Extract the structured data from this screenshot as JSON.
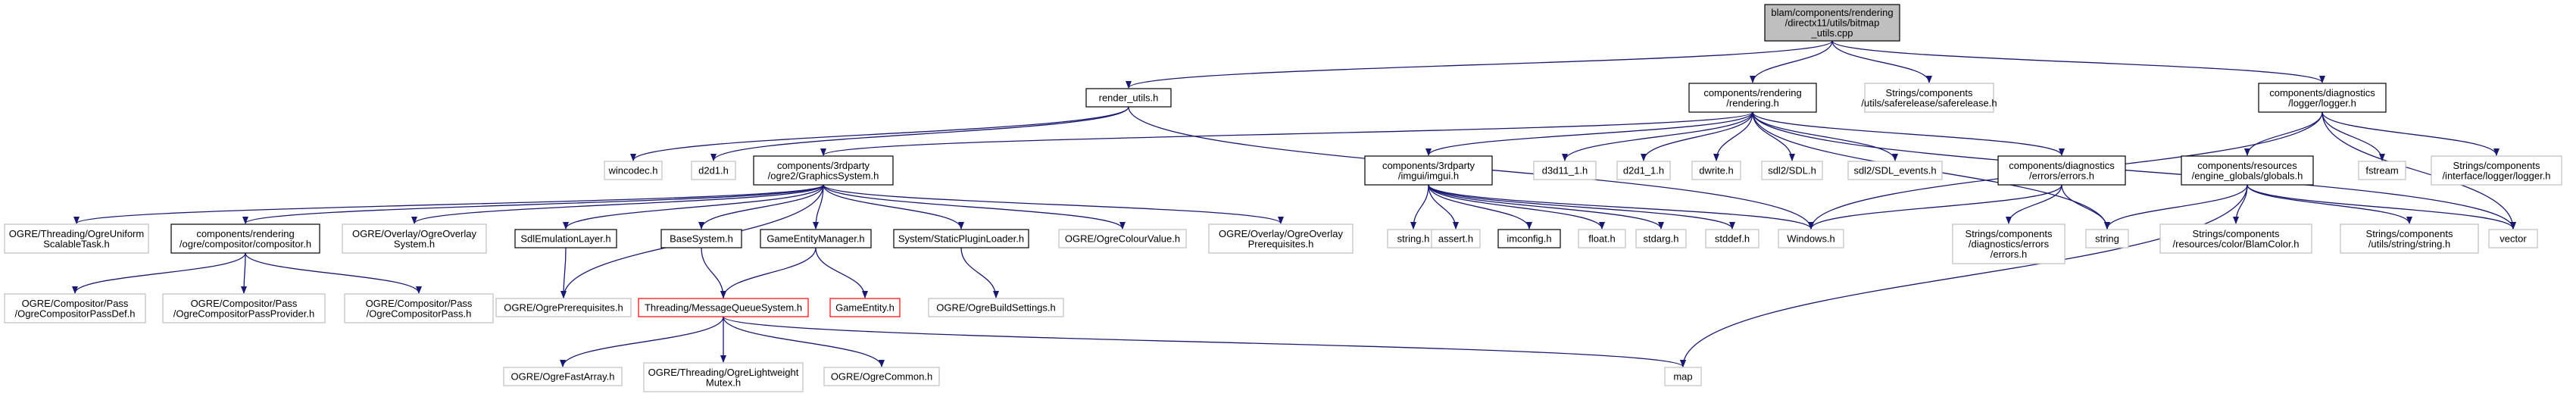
{
  "colors": {
    "edge": "#191970",
    "root_fill": "#bfbfbf",
    "documented_border": "#000000",
    "external_border": "#bfbfbf",
    "missing_border": "#ff0000"
  },
  "nodes": [
    {
      "id": "root",
      "lines": [
        "blam/components/rendering",
        "/directx11/utils/bitmap",
        "_utils.cpp"
      ],
      "style": "root"
    },
    {
      "id": "render_utils",
      "lines": [
        "render_utils.h"
      ],
      "style": "doc"
    },
    {
      "id": "rendering",
      "lines": [
        "components/rendering",
        "/rendering.h"
      ],
      "style": "doc"
    },
    {
      "id": "safe_release",
      "lines": [
        "Strings/components",
        "/utils/saferelease/saferelease.h"
      ],
      "style": "ext"
    },
    {
      "id": "logger",
      "lines": [
        "components/diagnostics",
        "/logger/logger.h"
      ],
      "style": "doc"
    },
    {
      "id": "wincodec",
      "lines": [
        "wincodec.h"
      ],
      "style": "ext"
    },
    {
      "id": "d2d1",
      "lines": [
        "d2d1.h"
      ],
      "style": "ext"
    },
    {
      "id": "graphics_system",
      "lines": [
        "components/3rdparty",
        "/ogre2/GraphicsSystem.h"
      ],
      "style": "doc"
    },
    {
      "id": "imgui",
      "lines": [
        "components/3rdparty",
        "/imgui/imgui.h"
      ],
      "style": "doc"
    },
    {
      "id": "d3d11_1",
      "lines": [
        "d3d11_1.h"
      ],
      "style": "ext"
    },
    {
      "id": "d2d1_1",
      "lines": [
        "d2d1_1.h"
      ],
      "style": "ext"
    },
    {
      "id": "dwrite",
      "lines": [
        "dwrite.h"
      ],
      "style": "ext"
    },
    {
      "id": "sdl_h",
      "lines": [
        "sdl2/SDL.h"
      ],
      "style": "ext"
    },
    {
      "id": "sdl_events",
      "lines": [
        "sdl2/SDL_events.h"
      ],
      "style": "ext"
    },
    {
      "id": "errors",
      "lines": [
        "components/diagnostics",
        "/errors/errors.h"
      ],
      "style": "doc"
    },
    {
      "id": "globals",
      "lines": [
        "components/resources",
        "/engine_globals/globals.h"
      ],
      "style": "doc"
    },
    {
      "id": "fstream",
      "lines": [
        "fstream"
      ],
      "style": "ext"
    },
    {
      "id": "logger_iface",
      "lines": [
        "Strings/components",
        "/interface/logger/logger.h"
      ],
      "style": "ext"
    },
    {
      "id": "ogre_uniform",
      "lines": [
        "OGRE/Threading/OgreUniform",
        "ScalableTask.h"
      ],
      "style": "ext"
    },
    {
      "id": "compositor",
      "lines": [
        "components/rendering",
        "/ogre/compositor/compositor.h"
      ],
      "style": "doc"
    },
    {
      "id": "overlay_system",
      "lines": [
        "OGRE/Overlay/OgreOverlay",
        "System.h"
      ],
      "style": "ext"
    },
    {
      "id": "sdl_emulation",
      "lines": [
        "SdlEmulationLayer.h"
      ],
      "style": "doc"
    },
    {
      "id": "base_system",
      "lines": [
        "BaseSystem.h"
      ],
      "style": "doc"
    },
    {
      "id": "game_entity_manager",
      "lines": [
        "GameEntityManager.h"
      ],
      "style": "doc"
    },
    {
      "id": "static_plugin_loader",
      "lines": [
        "System/StaticPluginLoader.h"
      ],
      "style": "doc"
    },
    {
      "id": "colour_value",
      "lines": [
        "OGRE/OgreColourValue.h"
      ],
      "style": "ext"
    },
    {
      "id": "overlay_prereq",
      "lines": [
        "OGRE/Overlay/OgreOverlay",
        "Prerequisites.h"
      ],
      "style": "ext"
    },
    {
      "id": "string_h",
      "lines": [
        "string.h"
      ],
      "style": "ext"
    },
    {
      "id": "assert_h",
      "lines": [
        "assert.h"
      ],
      "style": "ext"
    },
    {
      "id": "imconfig",
      "lines": [
        "imconfig.h"
      ],
      "style": "doc"
    },
    {
      "id": "float_h",
      "lines": [
        "float.h"
      ],
      "style": "ext"
    },
    {
      "id": "stdarg",
      "lines": [
        "stdarg.h"
      ],
      "style": "ext"
    },
    {
      "id": "stddef",
      "lines": [
        "stddef.h"
      ],
      "style": "ext"
    },
    {
      "id": "windows",
      "lines": [
        "Windows.h"
      ],
      "style": "ext"
    },
    {
      "id": "errors_str",
      "lines": [
        "Strings/components",
        "/diagnostics/errors",
        "/errors.h"
      ],
      "style": "ext"
    },
    {
      "id": "string_std",
      "lines": [
        "string"
      ],
      "style": "ext"
    },
    {
      "id": "blam_color",
      "lines": [
        "Strings/components",
        "/resources/color/BlamColor.h"
      ],
      "style": "ext"
    },
    {
      "id": "utils_string",
      "lines": [
        "Strings/components",
        "/utils/string/string.h"
      ],
      "style": "ext"
    },
    {
      "id": "vector",
      "lines": [
        "vector"
      ],
      "style": "ext"
    },
    {
      "id": "pass_def",
      "lines": [
        "OGRE/Compositor/Pass",
        "/OgreCompositorPassDef.h"
      ],
      "style": "ext"
    },
    {
      "id": "pass_provider",
      "lines": [
        "OGRE/Compositor/Pass",
        "/OgreCompositorPassProvider.h"
      ],
      "style": "ext"
    },
    {
      "id": "pass",
      "lines": [
        "OGRE/Compositor/Pass",
        "/OgreCompositorPass.h"
      ],
      "style": "ext"
    },
    {
      "id": "ogre_prereq",
      "lines": [
        "OGRE/OgrePrerequisites.h"
      ],
      "style": "ext"
    },
    {
      "id": "mq_system",
      "lines": [
        "Threading/MessageQueueSystem.h"
      ],
      "style": "missing"
    },
    {
      "id": "game_entity",
      "lines": [
        "GameEntity.h"
      ],
      "style": "missing"
    },
    {
      "id": "build_settings",
      "lines": [
        "OGRE/OgreBuildSettings.h"
      ],
      "style": "ext"
    },
    {
      "id": "fast_array",
      "lines": [
        "OGRE/OgreFastArray.h"
      ],
      "style": "ext"
    },
    {
      "id": "lightweight_mutex",
      "lines": [
        "OGRE/Threading/OgreLightweight",
        "Mutex.h"
      ],
      "style": "ext"
    },
    {
      "id": "ogre_common",
      "lines": [
        "OGRE/OgreCommon.h"
      ],
      "style": "ext"
    },
    {
      "id": "map",
      "lines": [
        "map"
      ],
      "style": "ext"
    }
  ],
  "edges": [
    [
      "root",
      "render_utils"
    ],
    [
      "root",
      "rendering"
    ],
    [
      "root",
      "safe_release"
    ],
    [
      "root",
      "logger"
    ],
    [
      "render_utils",
      "wincodec"
    ],
    [
      "render_utils",
      "d2d1"
    ],
    [
      "render_utils",
      "windows"
    ],
    [
      "rendering",
      "graphics_system"
    ],
    [
      "rendering",
      "imgui"
    ],
    [
      "rendering",
      "d3d11_1"
    ],
    [
      "rendering",
      "d2d1_1"
    ],
    [
      "rendering",
      "dwrite"
    ],
    [
      "rendering",
      "sdl_h"
    ],
    [
      "rendering",
      "sdl_events"
    ],
    [
      "rendering",
      "errors"
    ],
    [
      "rendering",
      "string_std"
    ],
    [
      "rendering",
      "vector"
    ],
    [
      "logger",
      "windows"
    ],
    [
      "logger",
      "globals"
    ],
    [
      "logger",
      "fstream"
    ],
    [
      "logger",
      "logger_iface"
    ],
    [
      "logger",
      "vector"
    ],
    [
      "graphics_system",
      "ogre_uniform"
    ],
    [
      "graphics_system",
      "compositor"
    ],
    [
      "graphics_system",
      "overlay_system"
    ],
    [
      "graphics_system",
      "sdl_emulation"
    ],
    [
      "graphics_system",
      "base_system"
    ],
    [
      "graphics_system",
      "game_entity_manager"
    ],
    [
      "graphics_system",
      "static_plugin_loader"
    ],
    [
      "graphics_system",
      "colour_value"
    ],
    [
      "graphics_system",
      "overlay_prereq"
    ],
    [
      "graphics_system",
      "ogre_prereq"
    ],
    [
      "compositor",
      "pass_def"
    ],
    [
      "compositor",
      "pass_provider"
    ],
    [
      "compositor",
      "pass"
    ],
    [
      "sdl_emulation",
      "ogre_prereq"
    ],
    [
      "base_system",
      "mq_system"
    ],
    [
      "game_entity_manager",
      "mq_system"
    ],
    [
      "game_entity_manager",
      "game_entity"
    ],
    [
      "static_plugin_loader",
      "build_settings"
    ],
    [
      "mq_system",
      "fast_array"
    ],
    [
      "mq_system",
      "lightweight_mutex"
    ],
    [
      "mq_system",
      "ogre_common"
    ],
    [
      "mq_system",
      "map"
    ],
    [
      "imgui",
      "string_h"
    ],
    [
      "imgui",
      "assert_h"
    ],
    [
      "imgui",
      "imconfig"
    ],
    [
      "imgui",
      "float_h"
    ],
    [
      "imgui",
      "stdarg"
    ],
    [
      "imgui",
      "stddef"
    ],
    [
      "imgui",
      "windows"
    ],
    [
      "errors",
      "windows"
    ],
    [
      "errors",
      "errors_str"
    ],
    [
      "errors",
      "string_std"
    ],
    [
      "globals",
      "string_std"
    ],
    [
      "globals",
      "blam_color"
    ],
    [
      "globals",
      "utils_string"
    ],
    [
      "globals",
      "vector"
    ],
    [
      "globals",
      "map"
    ]
  ]
}
